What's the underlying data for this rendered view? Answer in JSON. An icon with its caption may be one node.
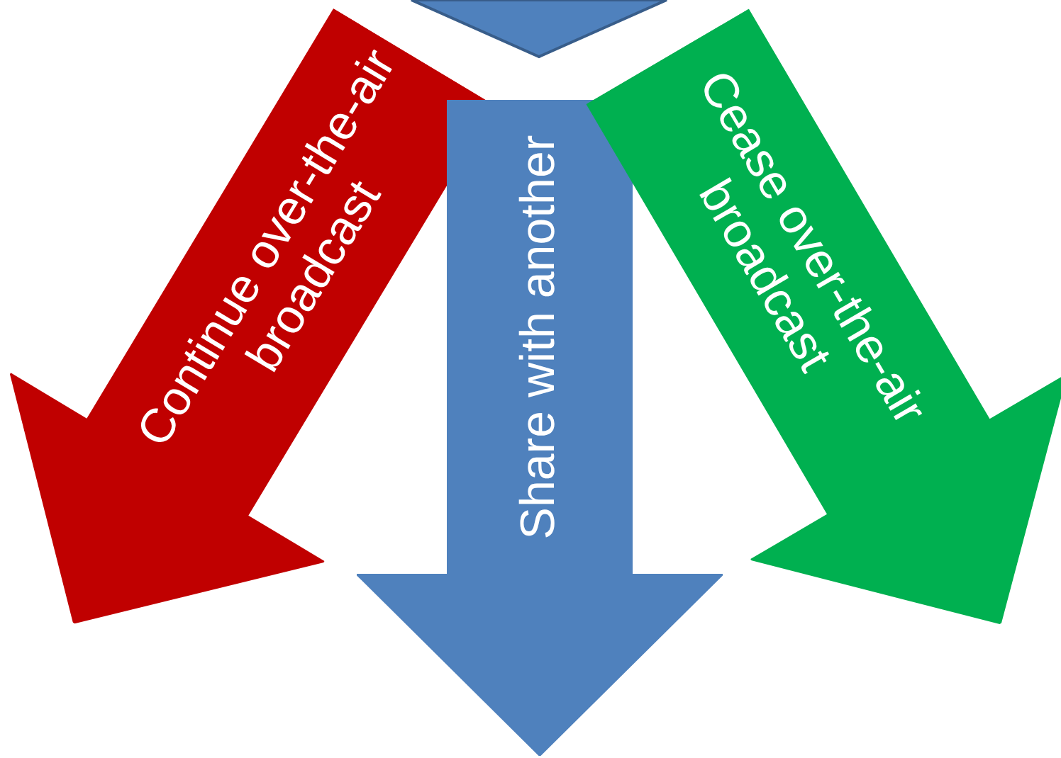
{
  "diagram": {
    "nodes": [
      {
        "text": [],
        "shape": "arrow"
      },
      {
        "text": [
          "Continue over-the-air broadcast"
        ]
      },
      {
        "text": [
          "Share with another"
        ]
      },
      {
        "text": [
          "Cease over-the-air broadcast"
        ]
      }
    ]
  }
}
